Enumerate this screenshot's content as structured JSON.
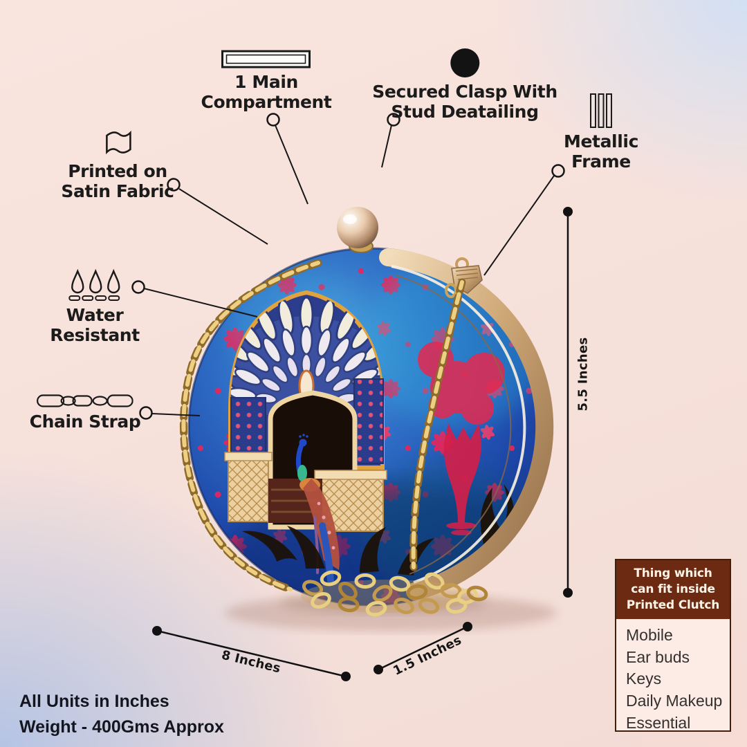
{
  "features": {
    "compartment": {
      "label": "1 Main\nCompartment"
    },
    "clasp": {
      "label": "Secured Clasp With\nStud Deatailing"
    },
    "frame": {
      "label": "Metallic\nFrame"
    },
    "fabric": {
      "label": "Printed on\nSatin Fabric"
    },
    "water": {
      "label": "Water\nResistant"
    },
    "chain": {
      "label": "Chain Strap"
    }
  },
  "dimensions": {
    "height": "5.5 Inches",
    "width": "8 Inches",
    "depth": "1.5 Inches"
  },
  "footer": {
    "units": "All Units in Inches",
    "weight": "Weight - 400Gms Approx"
  },
  "fit_box": {
    "title": "Thing which\ncan fit inside\nPrinted Clutch",
    "items": [
      "Mobile",
      "Ear buds",
      "Keys",
      "Daily Makeup",
      "Essential"
    ]
  },
  "colors": {
    "label_ink": "#1b1b1b",
    "fabric_blue": "#2f6ec6",
    "pattern_red": "#e8245a",
    "frame_gold": "#c9a06a",
    "box_header_bg": "#6d2a12",
    "box_body_bg": "#fcece5",
    "bg_pink": "#f8e3dc",
    "bg_blue": "#cdd8ee"
  }
}
